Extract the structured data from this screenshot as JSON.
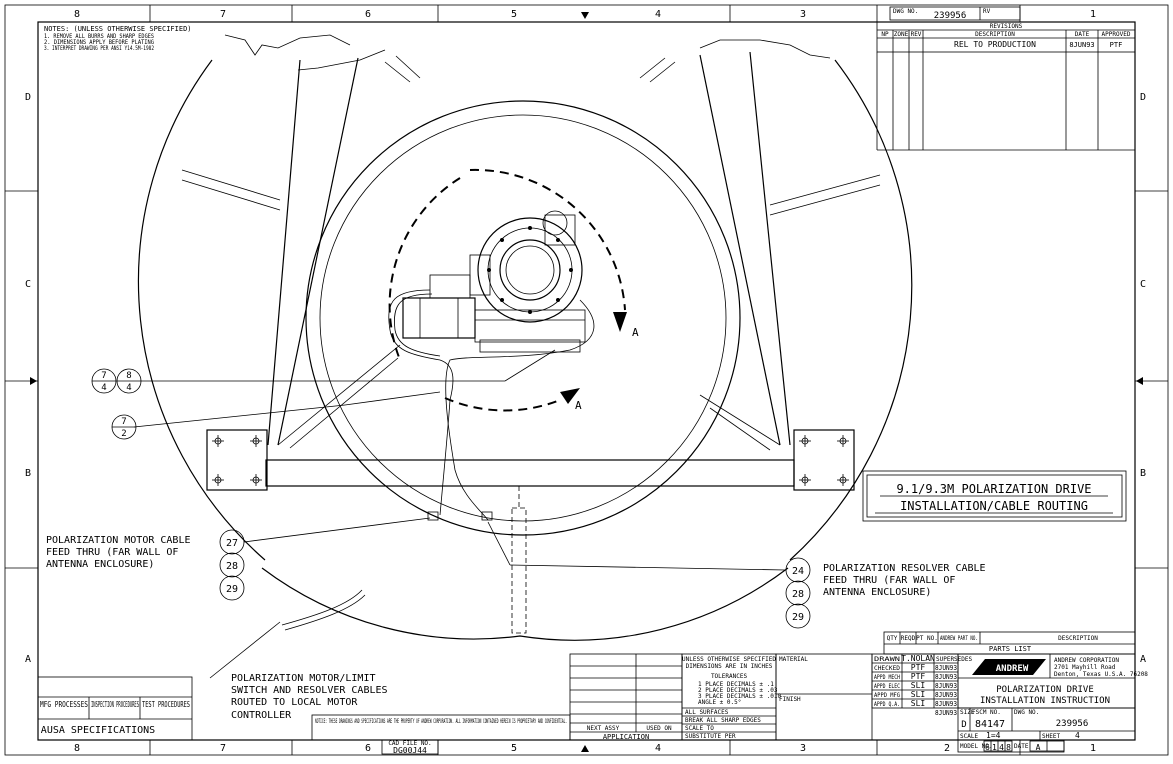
{
  "border": {
    "columns": [
      "8",
      "7",
      "6",
      "5",
      "4",
      "3",
      "2",
      "1"
    ],
    "rows": [
      "D",
      "C",
      "B",
      "A"
    ]
  },
  "notes": {
    "title": "NOTES: (UNLESS OTHERWISE SPECIFIED)",
    "items": [
      "1. REMOVE ALL BURRS AND SHARP EDGES",
      "2. DIMENSIONS APPLY BEFORE PLATING",
      "3. INTERPRET DRAWING PER ANSI Y14.5M-1982"
    ]
  },
  "drawing_number_box": {
    "label": "DWG NO.",
    "number": "239956",
    "rev_label": "RV"
  },
  "revisions": {
    "title": "REVISIONS",
    "headers": [
      "NP",
      "ZONE",
      "REV",
      "DESCRIPTION",
      "DATE",
      "APPROVED"
    ],
    "rows": [
      {
        "description": "REL TO PRODUCTION",
        "date": "8JUN93",
        "approved": "PTF"
      }
    ]
  },
  "title_block_box": {
    "line1": "9.1/9.3M POLARIZATION DRIVE",
    "line2": "INSTALLATION/CABLE ROUTING"
  },
  "callouts": [
    {
      "id": "7/4",
      "top": "7",
      "bottom": "4"
    },
    {
      "id": "8/4",
      "top": "8",
      "bottom": "4"
    },
    {
      "id": "7/2",
      "top": "7",
      "bottom": "2"
    },
    {
      "id": "27",
      "text": "27"
    },
    {
      "id": "28a",
      "text": "28"
    },
    {
      "id": "29a",
      "text": "29"
    },
    {
      "id": "24",
      "text": "24"
    },
    {
      "id": "28b",
      "text": "28"
    },
    {
      "id": "29b",
      "text": "29"
    }
  ],
  "rotation_labels": [
    "A",
    "A"
  ],
  "annotations": {
    "motor_feed": [
      "POLARIZATION MOTOR CABLE",
      "FEED THRU (FAR WALL OF",
      "ANTENNA ENCLOSURE)"
    ],
    "resolver_feed": [
      "POLARIZATION RESOLVER CABLE",
      "FEED THRU (FAR WALL OF",
      "ANTENNA ENCLOSURE)"
    ],
    "motor_limit": [
      "POLARIZATION MOTOR/LIMIT",
      "SWITCH AND RESOLVER CABLES",
      "ROUTED TO LOCAL MOTOR",
      "CONTROLLER"
    ]
  },
  "specs_box": {
    "cols": [
      "MFG PROCESSES",
      "INSPECTION PROCEDURES",
      "TEST PROCEDURES"
    ],
    "footer": "AUSA SPECIFICATIONS"
  },
  "cad_file": {
    "label": "CAD FILE NO.",
    "value": "DG00J44"
  },
  "application": {
    "next_assy": "NEXT ASSY",
    "used_on": "USED ON",
    "label": "APPLICATION"
  },
  "tolerances": {
    "header": [
      "UNLESS OTHERWISE SPECIFIED",
      "DIMENSIONS ARE IN INCHES"
    ],
    "title": "TOLERANCES",
    "lines": [
      "1 PLACE DECIMALS ± .1",
      "2 PLACE DECIMALS ± .03",
      "3 PLACE DECIMALS ± .010",
      "ANGLE ± 0.5°"
    ],
    "all_surfaces": "ALL SURFACES",
    "break": "BREAK ALL SHARP EDGES",
    "scale": "SCALE TO",
    "finish_per": "SUBSTITUTE PER"
  },
  "material_label": "MATERIAL",
  "finish_label": "FINISH",
  "approvals": {
    "rows": [
      {
        "role": "DRAWN",
        "name": "T.NOLAN",
        "date": "8JUN93"
      },
      {
        "role": "CHECKED",
        "name": "PTF",
        "date": "8JUN93"
      },
      {
        "role": "APPD MECH",
        "name": "PTF",
        "date": "8JUN93"
      },
      {
        "role": "APPD ELEC",
        "name": "SLI",
        "date": "8JUN93"
      },
      {
        "role": "APPD MFG",
        "name": "SLI",
        "date": "8JUN93"
      },
      {
        "role": "APPD Q.A.",
        "name": "SLI",
        "date": "8JUN93"
      }
    ],
    "header": "SUPERSEDES"
  },
  "company": {
    "logo": "ANDREW",
    "name": "ANDREW CORPORATION",
    "address1": "2701 Mayhill Road",
    "address2": "Denton, Texas U.S.A. 76208"
  },
  "drawing_title": [
    "POLARIZATION DRIVE",
    "INSTALLATION INSTRUCTION"
  ],
  "bottom_block": {
    "size_label": "SIZE",
    "size": "D",
    "fscm_label": "FSCM NO.",
    "fscm": "84147",
    "dwg_label": "DWG NO.",
    "dwg": "239956",
    "scale_label": "SCALE",
    "scale": "1=4",
    "sheet_label": "SHEET",
    "sheet": "4",
    "model_label": "MODEL NO.",
    "model": "6148",
    "date_label": "DATE",
    "date": "A"
  },
  "parts_list": {
    "title": "PARTS LIST",
    "headers": [
      "QTY",
      "REQD",
      "PT NO.",
      "ANDREW PART NO.",
      "DESCRIPTION"
    ]
  },
  "proprietary": "NOTICE: THESE DRAWINGS AND SPECIFICATIONS ARE THE PROPERTY OF ANDREW CORPORATION. ALL INFORMATION CONTAINED HEREIN IS PROPRIETARY AND CONFIDENTIAL."
}
